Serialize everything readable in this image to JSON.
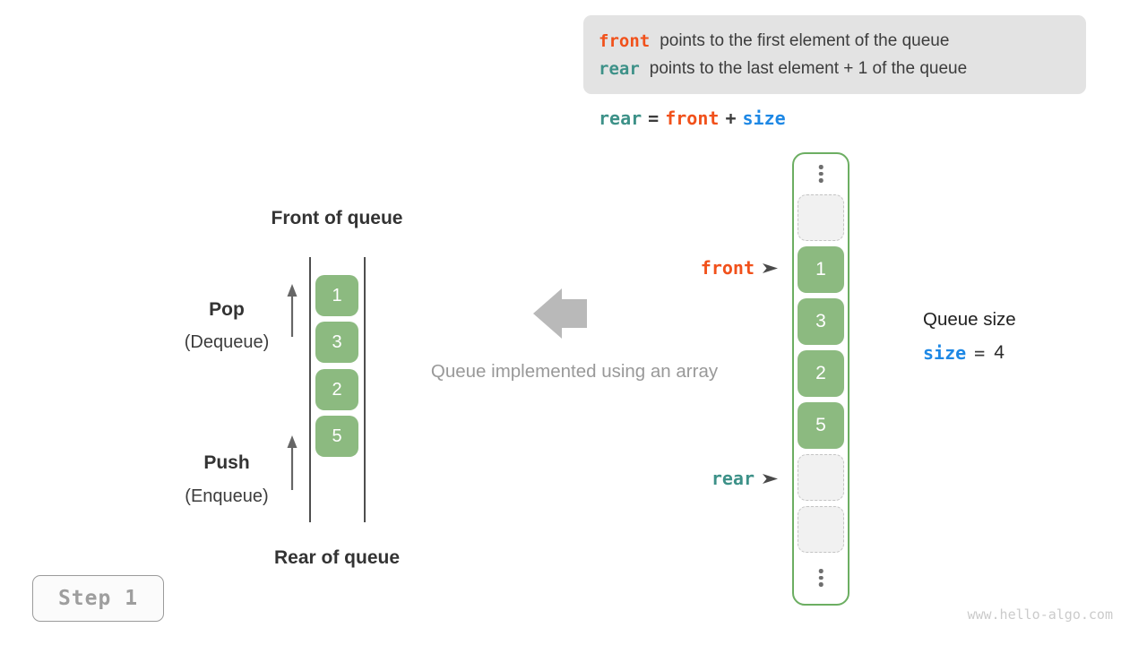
{
  "colors": {
    "orange": "#F1511B",
    "teal": "#3D9188",
    "blue": "#1E88E5",
    "cell_green": "#8CBA80",
    "array_border_green": "#6CAE62",
    "info_box_bg": "#E3E3E3",
    "muted_gray": "#9E9E9E",
    "dark_text": "#3C3C3C"
  },
  "info_box": {
    "line1": {
      "keyword": "front",
      "text": "points to the first element of the queue"
    },
    "line2": {
      "keyword": "rear",
      "text": "points to the last element + 1 of the queue"
    }
  },
  "formula": {
    "lhs": "rear",
    "eq": "=",
    "operand1": "front",
    "plus": "+",
    "operand2": "size"
  },
  "left_queue": {
    "front_label": "Front of queue",
    "rear_label": "Rear of queue",
    "pop_label": "Pop",
    "pop_sublabel": "(Dequeue)",
    "push_label": "Push",
    "push_sublabel": "(Enqueue)",
    "cells": [
      "1",
      "3",
      "2",
      "5"
    ]
  },
  "center": {
    "caption": "Queue implemented using an array"
  },
  "array_diagram": {
    "front_pointer": "front",
    "rear_pointer": "rear",
    "values": [
      "1",
      "3",
      "2",
      "5"
    ]
  },
  "queue_size": {
    "label": "Queue size",
    "variable": "size",
    "eq": "=",
    "value": "4"
  },
  "step_badge": {
    "label": "Step 1"
  },
  "watermark": "www.hello-algo.com"
}
